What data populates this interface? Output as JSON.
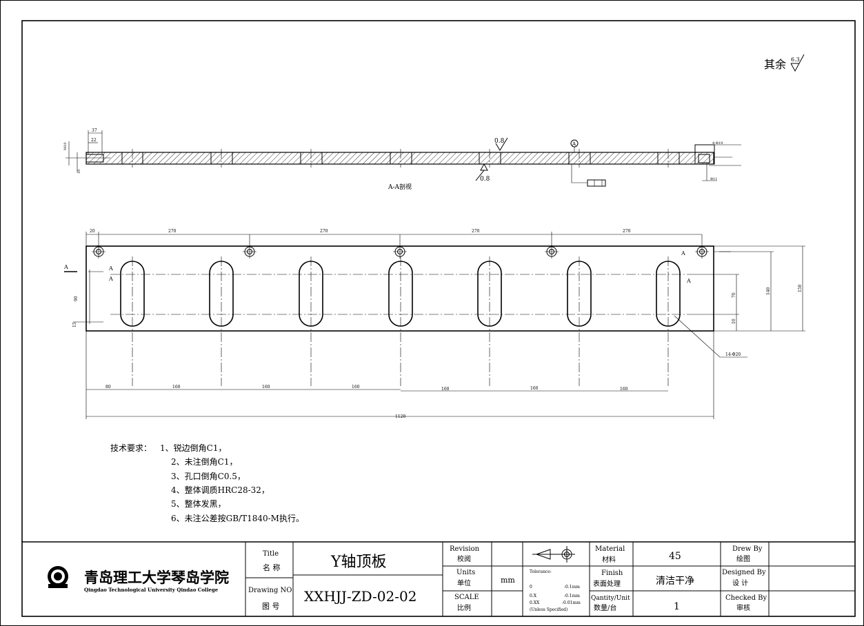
{
  "corner_roughness": {
    "prefix": "其余",
    "value": "6.3"
  },
  "section": {
    "caption": "A-A剖视",
    "roughness_top": "0.8",
    "roughness_bottom": "0.8",
    "datum_label": "A",
    "left_dims": [
      "37",
      "22",
      "M10",
      "10"
    ],
    "right_dims": [
      "4-Φ19",
      "Φ11"
    ]
  },
  "plan": {
    "top_dims": [
      "20",
      "270",
      "270",
      "270",
      "270"
    ],
    "section_marks": [
      "A",
      "A",
      "A",
      "A",
      "A"
    ],
    "left_dims": [
      "90",
      "15"
    ],
    "right_dims": [
      "70",
      "140",
      "150",
      "10"
    ],
    "slot_label": "14-Φ20",
    "bottom_dims": [
      "80",
      "160",
      "160",
      "160",
      "160",
      "160",
      "160"
    ],
    "overall_length": "1120"
  },
  "tech_requirements": {
    "heading": "技术要求：",
    "items": [
      "1、锐边倒角C1，",
      "2、未注倒角C1，",
      "3、孔口倒角C0.5，",
      "4、整体调质HRC28-32，",
      "5、整体发黑，",
      "6、未注公差按GB/T1840-M执行。"
    ]
  },
  "title_block": {
    "school_cn": "青岛理工大学琴岛学院",
    "school_en": "Qingdao Technological University Qindao College",
    "title_label_en": "Title",
    "title_label_cn": "名 称",
    "title_value": "Y轴顶板",
    "drawing_no_label_en": "Drawing NO",
    "drawing_no_label_cn": "图 号",
    "drawing_no_value": "XXHJJ-ZD-02-02",
    "revision_en": "Revision",
    "revision_cn": "校阅",
    "units_en": "Units",
    "units_cn": "单位",
    "units_value": "mm",
    "scale_en": "SCALE",
    "scale_cn": "比例",
    "tolerance_title": "Tolerance:",
    "tol_rows": [
      {
        "k": "0",
        "v": "-0.1mm"
      },
      {
        "k": "0.X",
        "v": "-0.1mm"
      },
      {
        "k": "0.XX",
        "v": "-0.01mm"
      }
    ],
    "tol_note": "(Unless Specified)",
    "material_en": "Material",
    "material_cn": "材料",
    "material_value": "45",
    "finish_en": "Finish",
    "finish_cn": "表面处理",
    "finish_value": "清洁干净",
    "qty_en": "Qantity/Unit",
    "qty_cn": "数量/台",
    "qty_value": "1",
    "drew_en": "Drew By",
    "drew_cn": "绘图",
    "designed_en": "Designed By",
    "designed_cn": "设 计",
    "checked_en": "Checked By",
    "checked_cn": "审核"
  }
}
